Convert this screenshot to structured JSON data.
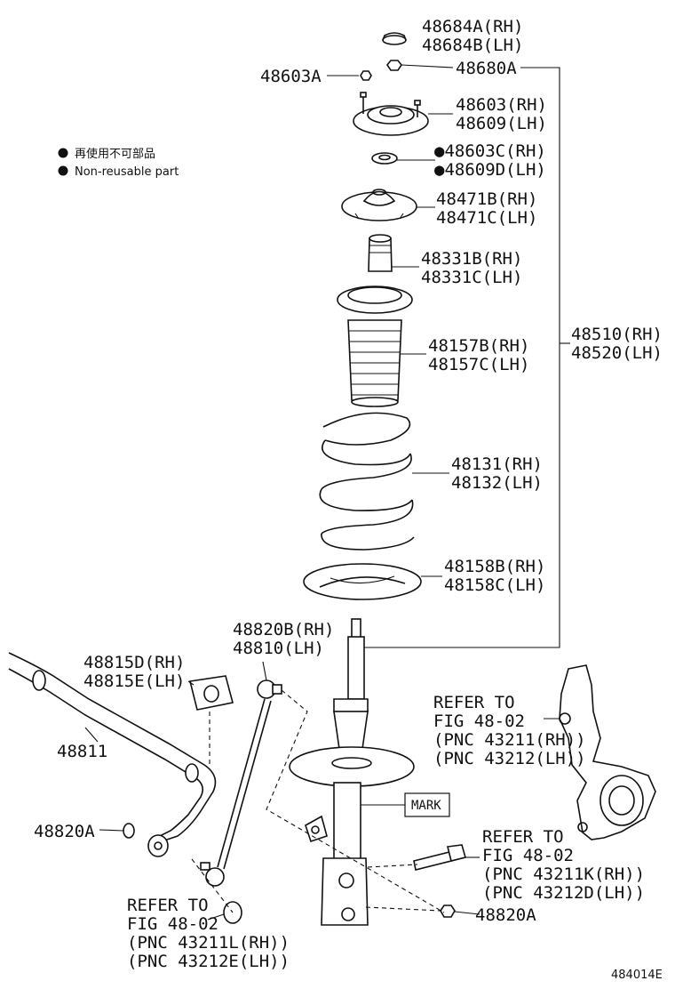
{
  "legend": {
    "line_jp": "再使用不可部品",
    "line_en": "Non-reusable part"
  },
  "labels": {
    "p48684": [
      "48684A(RH)",
      "48684B(LH)"
    ],
    "p48680A": "48680A",
    "p48603A": "48603A",
    "p48603": [
      "48603(RH)",
      "48609(LH)"
    ],
    "p48603C": [
      "●48603C(RH)",
      "●48609D(LH)"
    ],
    "p48471": [
      "48471B(RH)",
      "48471C(LH)"
    ],
    "p48331": [
      "48331B(RH)",
      "48331C(LH)"
    ],
    "p48157": [
      "48157B(RH)",
      "48157C(LH)"
    ],
    "p48510": [
      "48510(RH)",
      "48520(LH)"
    ],
    "p48131": [
      "48131(RH)",
      "48132(LH)"
    ],
    "p48158": [
      "48158B(RH)",
      "48158C(LH)"
    ],
    "p48820B": [
      "48820B(RH)",
      "48810(LH)"
    ],
    "p48815": [
      "48815D(RH)",
      "48815E(LH)"
    ],
    "p48811": "48811",
    "p48820A_left": "48820A",
    "p48820A_right": "48820A",
    "mark": "MARK",
    "refer_knuckle": [
      "REFER TO",
      "FIG 48-02",
      "(PNC 43211(RH))",
      "(PNC 43212(LH))"
    ],
    "refer_bolt": [
      "REFER TO",
      "FIG 48-02",
      "(PNC 43211K(RH))",
      "(PNC 43212D(LH))"
    ],
    "refer_nut": [
      "REFER TO",
      "FIG 48-02",
      "(PNC 43211L(RH))",
      "(PNC 43212E(LH))"
    ]
  },
  "figure_id": "484014E"
}
